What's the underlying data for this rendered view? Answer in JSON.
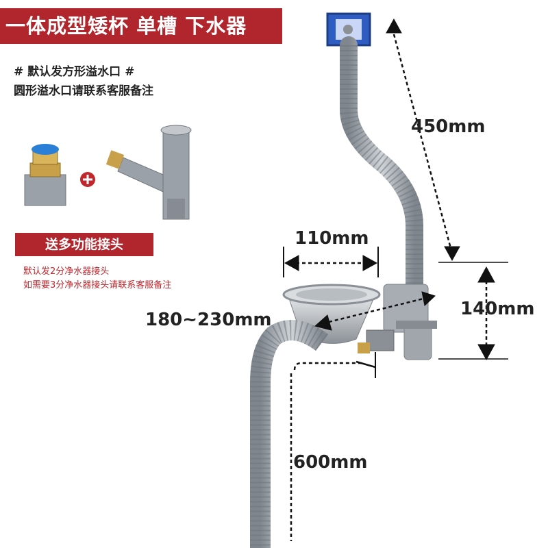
{
  "title": "一体成型矮杯 单槽 下水器",
  "notes": {
    "line1": "# 默认发方形溢水口 #",
    "line2": "圆形溢水口请联系客服备注"
  },
  "gift": {
    "badge": "送多功能接头",
    "plus": "+",
    "red_line1": "默认发2分净水器接头",
    "red_line2": "如需要3分净水器接头请联系客服备注"
  },
  "dimensions": {
    "overflow_hose": "450mm",
    "strainer_diameter": "110mm",
    "height": "140mm",
    "cup_range": "180~230mm",
    "drain_hose": "600mm"
  },
  "colors": {
    "banner": "#b0262c",
    "pipe": "#9aa1a8",
    "overflow_cap": "#2a4fa8"
  }
}
